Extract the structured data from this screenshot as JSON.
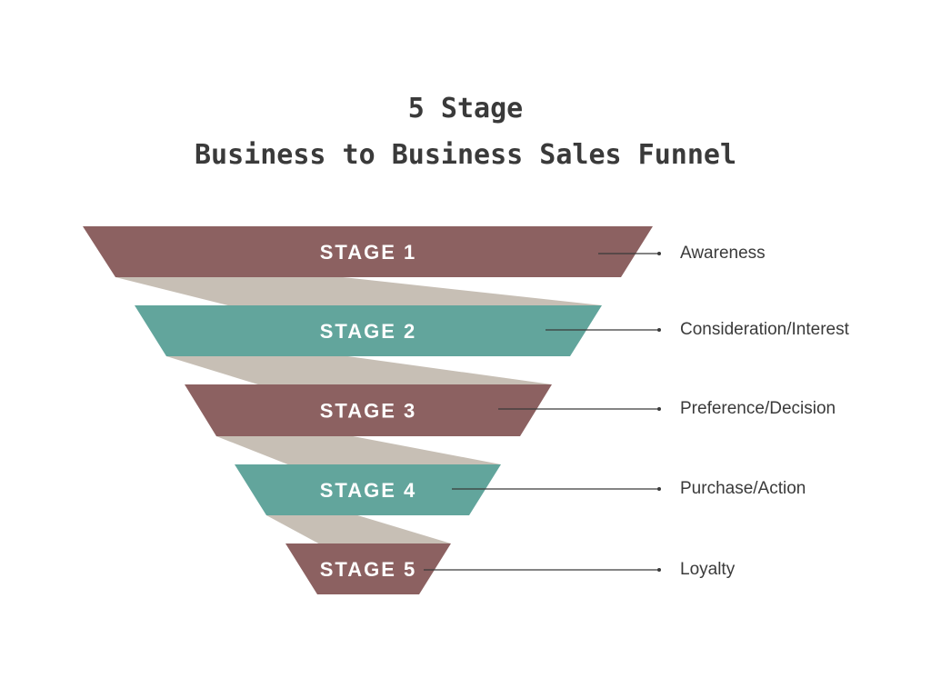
{
  "title": {
    "line1": "5 Stage",
    "line2": "Business to Business Sales Funnel"
  },
  "colors": {
    "brown": "#8c6161",
    "teal": "#62a59c",
    "connector": "#c7bfb5",
    "line": "#3a3a3a"
  },
  "stages": [
    {
      "name": "STAGE 1",
      "label": "Awareness",
      "color": "brown"
    },
    {
      "name": "STAGE 2",
      "label": "Consideration/Interest",
      "color": "teal"
    },
    {
      "name": "STAGE 3",
      "label": "Preference/Decision",
      "color": "brown"
    },
    {
      "name": "STAGE 4",
      "label": "Purchase/Action",
      "color": "teal"
    },
    {
      "name": "STAGE 5",
      "label": "Loyalty",
      "color": "brown"
    }
  ]
}
